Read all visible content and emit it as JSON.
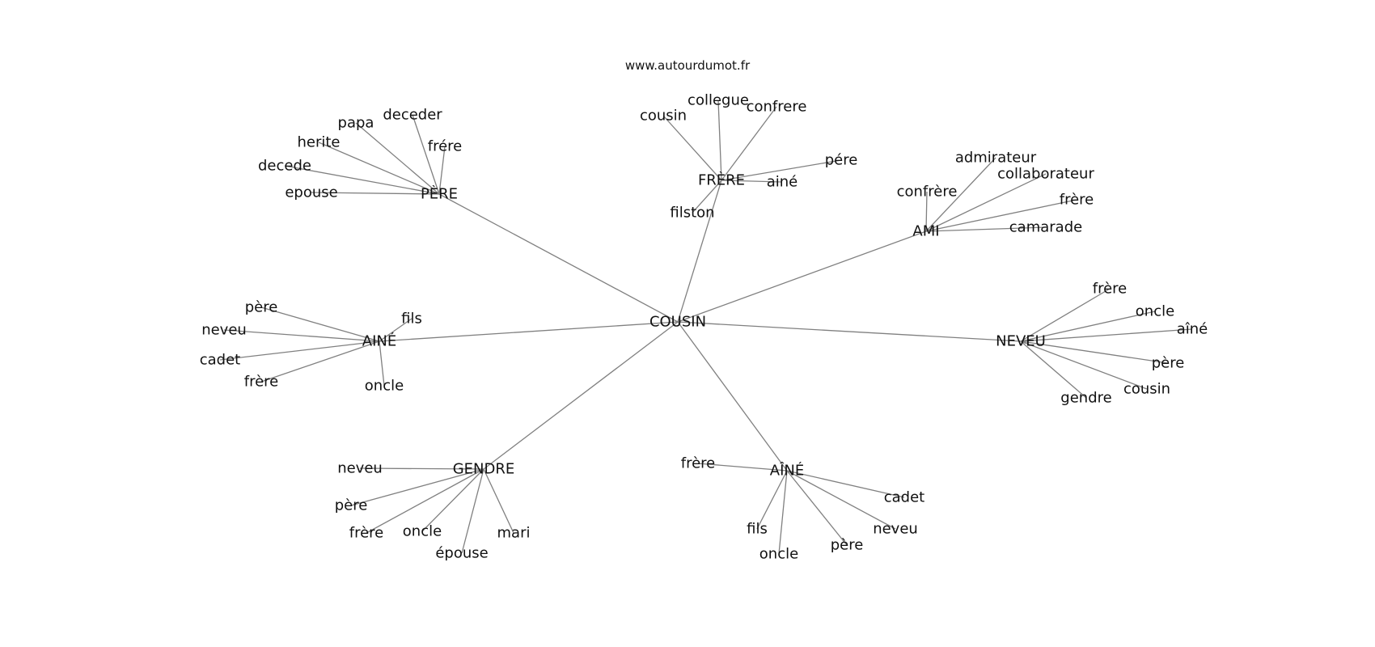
{
  "source": "www.autourdumot.fr",
  "colors": {
    "edge": "#808080",
    "text": "#111111",
    "background": "#ffffff"
  },
  "graph": {
    "center": "COUSIN",
    "hubs": [
      {
        "label": "PÈRE",
        "words": [
          "papa",
          "deceder",
          "herite",
          "frére",
          "decede",
          "epouse"
        ]
      },
      {
        "label": "FRÈRE",
        "words": [
          "cousin",
          "collegue",
          "confrere",
          "pére",
          "ainé",
          "filston"
        ]
      },
      {
        "label": "AMI",
        "words": [
          "admirateur",
          "collaborateur",
          "confrère",
          "frère",
          "camarade"
        ]
      },
      {
        "label": "AINÉ",
        "words": [
          "père",
          "fils",
          "neveu",
          "cadet",
          "frère",
          "oncle"
        ]
      },
      {
        "label": "NEVEU",
        "words": [
          "frère",
          "oncle",
          "aîné",
          "père",
          "cousin",
          "gendre"
        ]
      },
      {
        "label": "GENDRE",
        "words": [
          "neveu",
          "père",
          "frère",
          "oncle",
          "épouse",
          "mari"
        ]
      },
      {
        "label": "AÎNÉ",
        "words": [
          "frère",
          "cadet",
          "neveu",
          "fils",
          "oncle",
          "père"
        ]
      }
    ]
  }
}
